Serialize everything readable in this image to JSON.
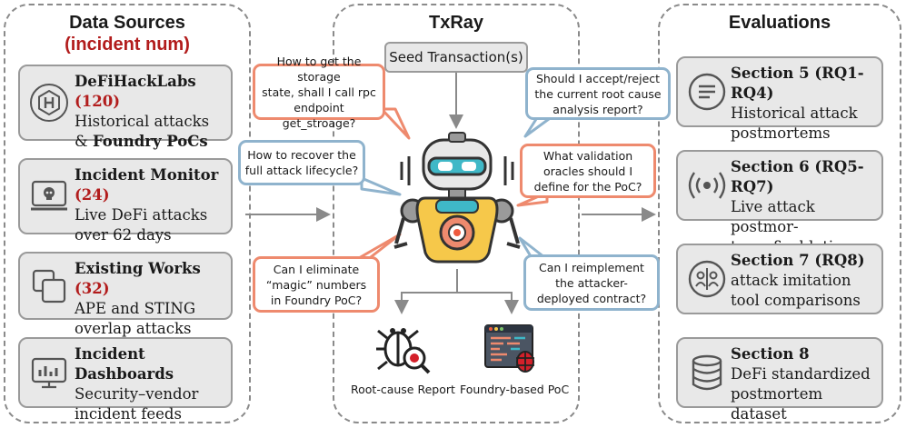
{
  "left": {
    "title": "Data Sources",
    "subtitle": "(incident num)",
    "cards": [
      {
        "icon": "hexagon-h-icon",
        "name": "DeFiHackLabs",
        "count": "(120)",
        "line2": "Historical attacks",
        "line3_prefix": "& ",
        "line3_bold": "Foundry PoCs"
      },
      {
        "icon": "monitor-skull-icon",
        "name": "Incident Monitor",
        "count": "(24)",
        "line2": "Live DeFi attacks",
        "line3": "over 62 days"
      },
      {
        "icon": "overlap-squares-icon",
        "name": "Existing Works",
        "count": "(32)",
        "line2": "APE and STING",
        "line3": "overlap attacks"
      },
      {
        "icon": "dashboard-monitor-icon",
        "name": "Incident Dashboards",
        "line2": "Security–vendor",
        "line3": "incident feeds"
      }
    ]
  },
  "center": {
    "title": "TxRay",
    "seed": "Seed Transaction(s)",
    "bubbles": [
      {
        "lines": [
          "How to get the storage",
          "state, shall I call rpc",
          "endpoint get_stroage?"
        ]
      },
      {
        "lines": [
          "Should I accept/reject",
          "the current root cause",
          "analysis report?"
        ]
      },
      {
        "lines": [
          "How to recover the",
          "full attack lifecycle?"
        ]
      },
      {
        "lines": [
          "What validation",
          "oracles should I",
          "define for the PoC?"
        ]
      },
      {
        "lines": [
          "Can I eliminate",
          "“magic” numbers",
          "in Foundry PoC?"
        ]
      },
      {
        "lines": [
          "Can I reimplement",
          "the attacker-",
          "deployed contract?"
        ]
      }
    ],
    "outputs": [
      {
        "icon": "bug-magnifier-icon",
        "label": "Root-cause Report"
      },
      {
        "icon": "code-bug-icon",
        "label": "Foundry-based PoC"
      }
    ]
  },
  "right": {
    "title": "Evaluations",
    "cards": [
      {
        "icon": "list-circle-icon",
        "title": "Section 5 (RQ1-RQ4)",
        "line2": "Historical attack",
        "line3": "postmortems"
      },
      {
        "icon": "broadcast-icon",
        "title": "Section 6 (RQ5-RQ7)",
        "line2": "Live attack postmor-",
        "line3": "tems & ablation"
      },
      {
        "icon": "people-circle-icon",
        "title": "Section 7 (RQ8)",
        "line2": "attack imitation",
        "line3": "tool comparisons"
      },
      {
        "icon": "database-icon",
        "title": "Section 8",
        "line2": "DeFi standardized",
        "line3": "postmortem dataset"
      }
    ]
  },
  "colors": {
    "accent_red": "#b21c1c",
    "bubble_orange": "#ee8a6e",
    "bubble_blue": "#8fb3cd",
    "card_bg": "#e8e8e8",
    "robot_teal": "#3fb8c7",
    "robot_yellow": "#f6c84a"
  }
}
